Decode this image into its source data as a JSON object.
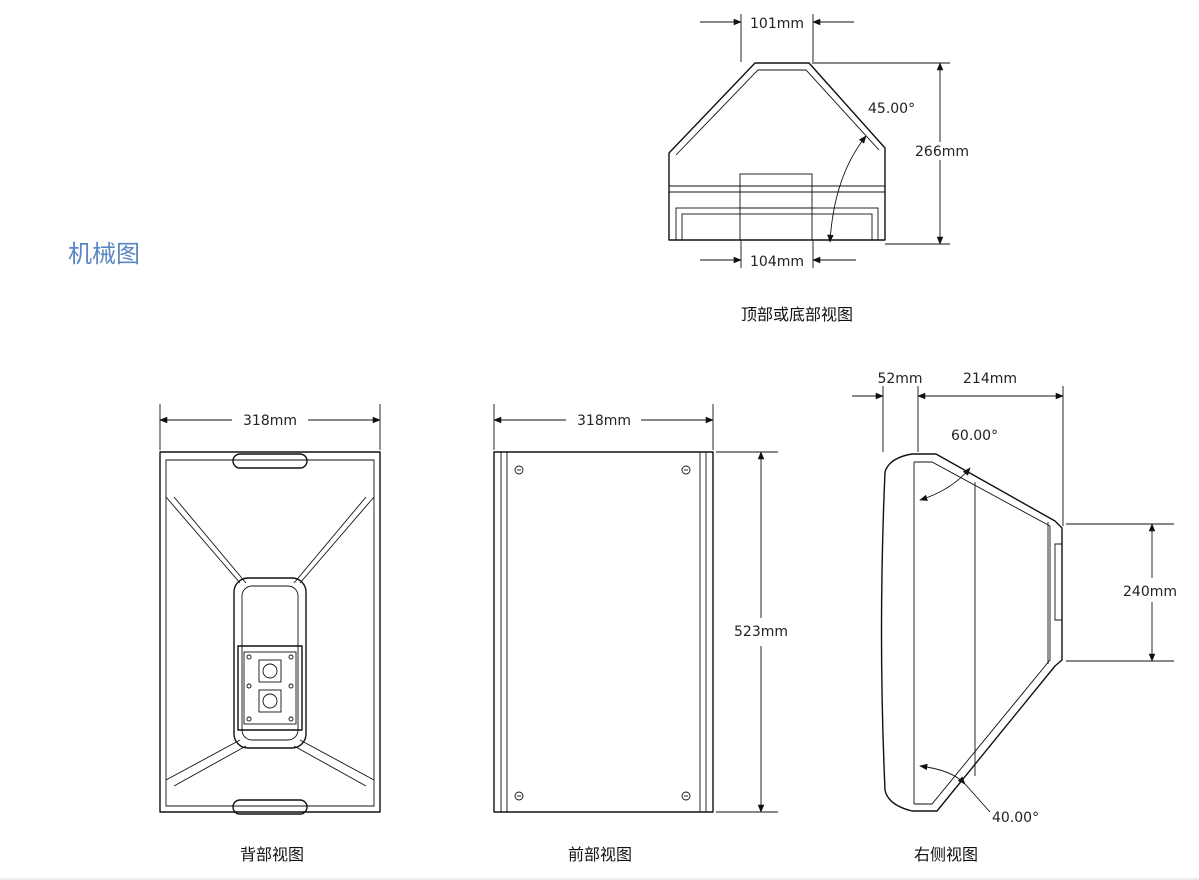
{
  "page": {
    "title": "机械图"
  },
  "views": {
    "top": {
      "caption": "顶部或底部视图",
      "dim_top": "101mm",
      "dim_bottom": "104mm",
      "dim_height": "266mm",
      "angle": "45.00°"
    },
    "back": {
      "caption": "背部视图",
      "dim_width": "318mm"
    },
    "front": {
      "caption": "前部视图",
      "dim_width": "318mm",
      "dim_height": "523mm"
    },
    "right": {
      "caption": "右侧视图",
      "dim_front": "52mm",
      "dim_depth": "214mm",
      "dim_handle": "240mm",
      "angle_top": "60.00°",
      "angle_bottom": "40.00°"
    }
  },
  "colors": {
    "title": "#5a85c4",
    "line": "#111111"
  }
}
